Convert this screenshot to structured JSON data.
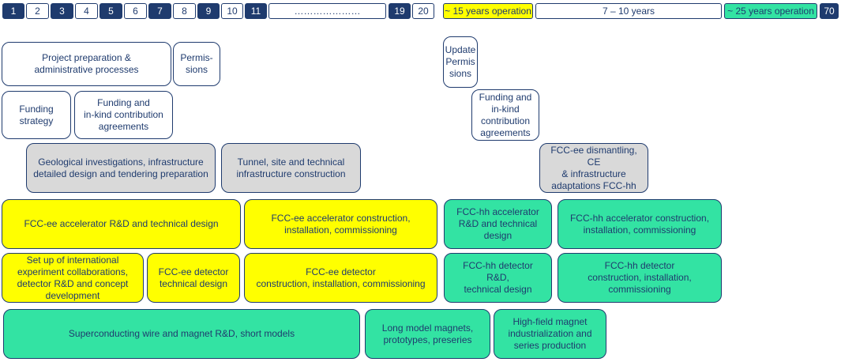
{
  "timeline": {
    "y1": "1",
    "y2": "2",
    "y3": "3",
    "y4": "4",
    "y5": "5",
    "y6": "6",
    "y7": "7",
    "y8": "8",
    "y9": "9",
    "y10": "10",
    "y11": "11",
    "dots": "…………………",
    "y19": "19",
    "y20": "20",
    "ee_op": "~ 15 years operation",
    "gap": "7 – 10 years",
    "hh_op": "~ 25 years operation",
    "y70": "70"
  },
  "boxes": {
    "project_prep": "Project preparation &\nadministrative processes",
    "permissions": "Permis-\nsions",
    "funding_strategy": "Funding\nstrategy",
    "funding_agreements": "Funding and\nin-kind contribution\nagreements",
    "geological": "Geological investigations, infrastructure\ndetailed design and tendering preparation",
    "tunnel": "Tunnel, site and technical\ninfrastructure construction",
    "ee_acc_rd": "FCC-ee accelerator R&D and technical design",
    "ee_acc_constr": "FCC-ee accelerator construction,\ninstallation, commissioning",
    "collab": "Set up of international\nexperiment collaborations,\ndetector R&D and concept\ndevelopment",
    "ee_det_design": "FCC-ee detector\ntechnical design",
    "ee_det_constr": "FCC-ee detector\nconstruction, installation, commissioning",
    "sc_wire": "Superconducting wire and magnet R&D, short models",
    "long_model": "Long model magnets,\nprototypes, preseries",
    "hf_magnet": "High-field magnet\nindustrialization and\nseries production",
    "update_permissions": "Update\nPermis\nsions",
    "funding_agreements_2": "Funding and\nin-kind\ncontribution\nagreements",
    "dismantling": "FCC-ee dismantling, CE\n& infrastructure\nadaptations FCC-hh",
    "hh_acc_rd": "FCC-hh accelerator\nR&D and technical\ndesign",
    "hh_acc_constr": "FCC-hh accelerator construction,\ninstallation, commissioning",
    "hh_det_rd": "FCC-hh detector\nR&D,\ntechnical design",
    "hh_det_constr": "FCC-hh detector\nconstruction, installation,\ncommissioning"
  },
  "colors": {
    "navy": "#1f3b6e",
    "yellow": "#ffff00",
    "green": "#33e3a3",
    "grey": "#d9d9d9"
  }
}
